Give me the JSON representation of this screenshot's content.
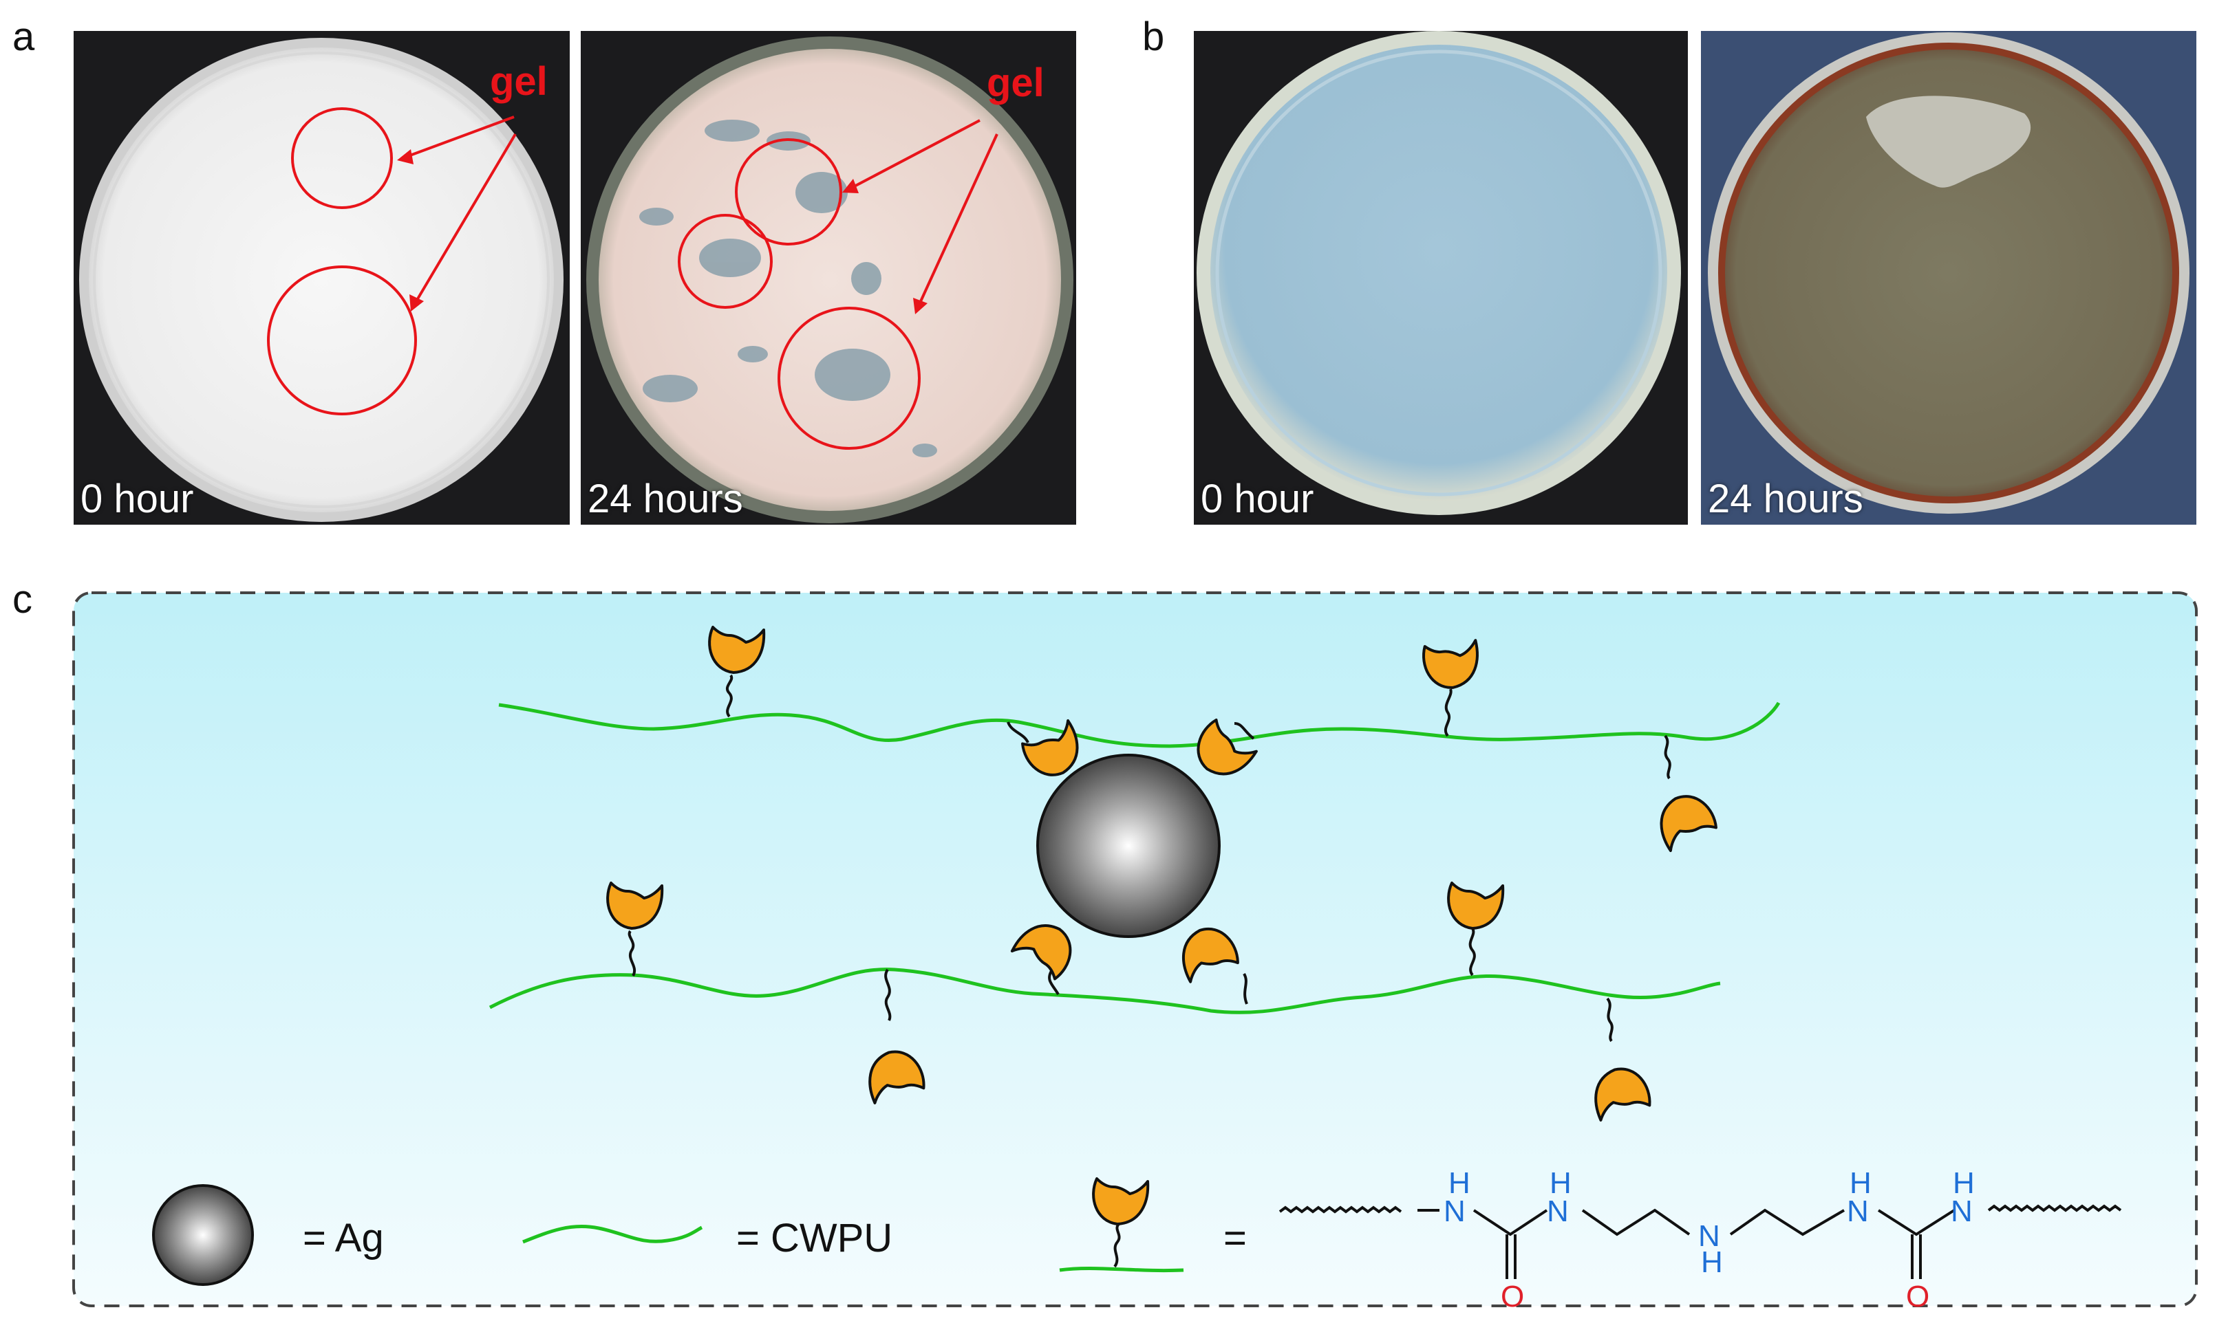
{
  "panels": {
    "a": {
      "letter": "a",
      "photo1": {
        "time": "0 hour",
        "gel": "gel"
      },
      "photo2": {
        "time": "24 hours",
        "gel": "gel"
      }
    },
    "b": {
      "letter": "b",
      "photo1": {
        "time": "0 hour"
      },
      "photo2": {
        "time": "24 hours"
      }
    },
    "c": {
      "letter": "c"
    }
  },
  "legend": {
    "ag": "= Ag",
    "cwpu": "= CWPU",
    "group_eq": "="
  },
  "structure": {
    "h": "H",
    "n": "N",
    "o": "O"
  },
  "colors": {
    "gel_red": "#e8141a",
    "chain_green": "#1fc21f",
    "ligand_orange": "#f5a31b",
    "nitrogen_blue": "#1f6fd6",
    "oxygen_red": "#e0202a",
    "scheme_bg_top": "#bff0f8"
  }
}
